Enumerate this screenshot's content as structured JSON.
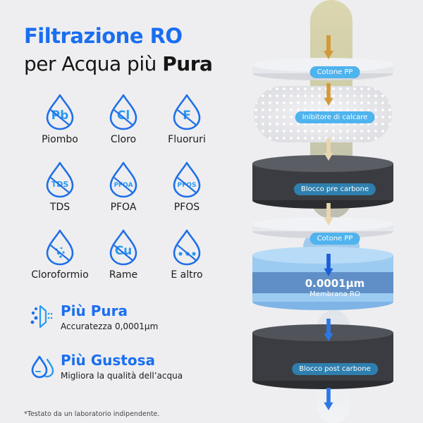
{
  "header": {
    "title_line1": "Filtrazione RO",
    "title_line2_regular": "per Acqua più ",
    "title_line2_bold": "Pura"
  },
  "contaminants": [
    {
      "label": "Piombo",
      "symbol": "Pb",
      "icon": "lead-drop-icon"
    },
    {
      "label": "Cloro",
      "symbol": "Cl",
      "icon": "chlorine-drop-icon"
    },
    {
      "label": "Fluoruri",
      "symbol": "F",
      "icon": "fluoride-drop-icon"
    },
    {
      "label": "TDS",
      "symbol": "TDS",
      "icon": "tds-drop-icon"
    },
    {
      "label": "PFOA",
      "symbol": "PFOA",
      "icon": "pfoa-drop-icon"
    },
    {
      "label": "PFOS",
      "symbol": "PFOS",
      "icon": "pfos-drop-icon"
    },
    {
      "label": "Cloroformio",
      "symbol": "",
      "icon": "chloroform-drop-icon"
    },
    {
      "label": "Rame",
      "symbol": "Cu",
      "icon": "copper-drop-icon"
    },
    {
      "label": "E altro",
      "symbol": "",
      "icon": "more-drop-icon"
    }
  ],
  "features": [
    {
      "title": "Più Pura",
      "subtitle": "Accuratezza 0,0001µm",
      "icon": "filter-particles-icon"
    },
    {
      "title": "Più Gustosa",
      "subtitle": "Migliora la qualità dell’acqua",
      "icon": "water-drops-icon"
    }
  ],
  "footnote": "*Testato da un laboratorio indipendente.",
  "filter_stages": [
    {
      "label": "Cotone PP"
    },
    {
      "label": "Inibitore di calcare"
    },
    {
      "label": "Blocco pre carbone"
    },
    {
      "label": "Cotone PP"
    },
    {
      "label": "0.0001µm",
      "sublabel": "Membrana RO"
    },
    {
      "label": "Blocco post carbone"
    }
  ],
  "colors": {
    "brand_blue": "#1a6ef0",
    "icon_blue": "#1f6fe8",
    "symbol_blue": "#2a9af0",
    "pill_light_blue": "#4fb3ee",
    "pill_dark_blue": "#2f7fae",
    "arrow_orange": "#d39a3a",
    "arrow_cream": "#ead6b0",
    "arrow_blue": "#1a5fd8",
    "background": "#eeeef0"
  }
}
